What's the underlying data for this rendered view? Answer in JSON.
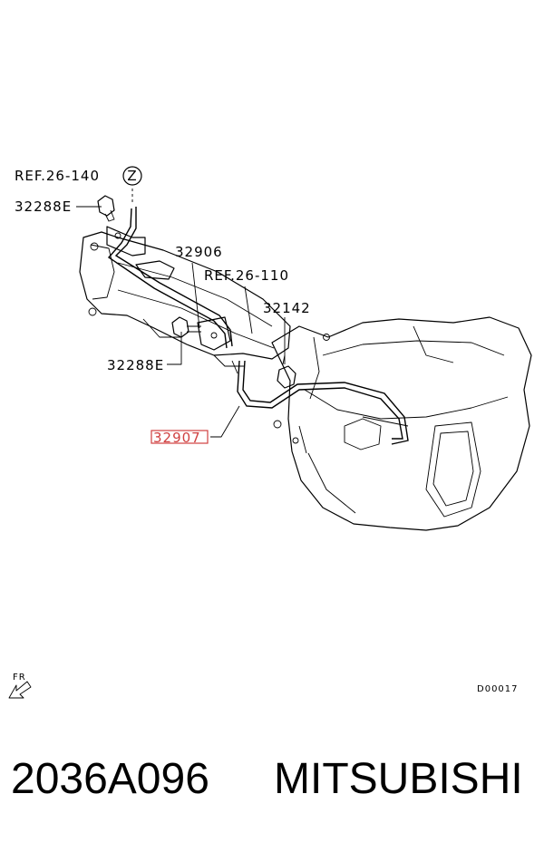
{
  "labels": {
    "ref_140": "REF.26-140",
    "circle_z": "Z",
    "bolt_top": "32288E",
    "tube_32906": "32906",
    "ref_110": "REF.26-110",
    "sensor_32142": "32142",
    "bolt_bottom": "32288E",
    "tube_32907": "32907",
    "front": "FR",
    "diagram_id": "D00017"
  },
  "footer": {
    "part_number": "2036A096",
    "brand": "MITSUBISHI"
  },
  "colors": {
    "highlight": "#d04040",
    "line": "#000000"
  }
}
